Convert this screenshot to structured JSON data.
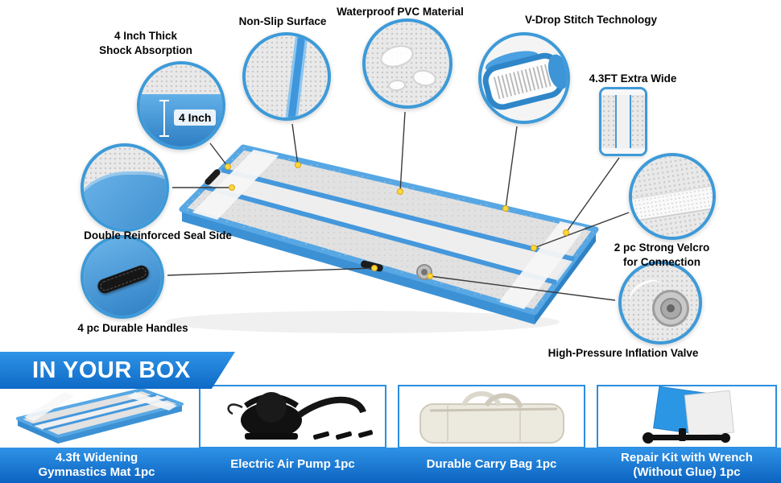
{
  "callouts": {
    "shock": {
      "line1": "4 Inch Thick",
      "line2": "Shock Absorption",
      "badge": "4 Inch"
    },
    "nonslip": {
      "label": "Non-Slip Surface"
    },
    "waterproof": {
      "label": "Waterproof PVC Material"
    },
    "vdrop": {
      "label": "V-Drop Stitch Technology"
    },
    "wide": {
      "label": "4.3FT Extra Wide"
    },
    "velcro": {
      "line1": "2 pc Strong Velcro",
      "line2": "for Connection"
    },
    "seal": {
      "label": "Double Reinforced Seal Side"
    },
    "handles": {
      "label": "4 pc Durable Handles"
    },
    "valve": {
      "label": "High-Pressure Inflation Valve"
    }
  },
  "box_section": {
    "title": "IN YOUR BOX",
    "items": [
      {
        "line1": "4.3ft Widening",
        "line2": "Gymnastics Mat 1pc"
      },
      {
        "line1": "Electric Air Pump 1pc",
        "line2": ""
      },
      {
        "line1": "Durable Carry  Bag 1pc",
        "line2": ""
      },
      {
        "line1": "Repair Kit with Wrench",
        "line2": "(Without Glue) 1pc"
      }
    ]
  },
  "colors": {
    "accent_blue": "#1f81d6",
    "callout_border_blue": "#3d9ad8",
    "mat_stripe_blue": "#4598dc",
    "mat_gray": "#e1e1e1",
    "banner_blue": "#0e6ac6",
    "marker_yellow": "#ffd83b"
  }
}
